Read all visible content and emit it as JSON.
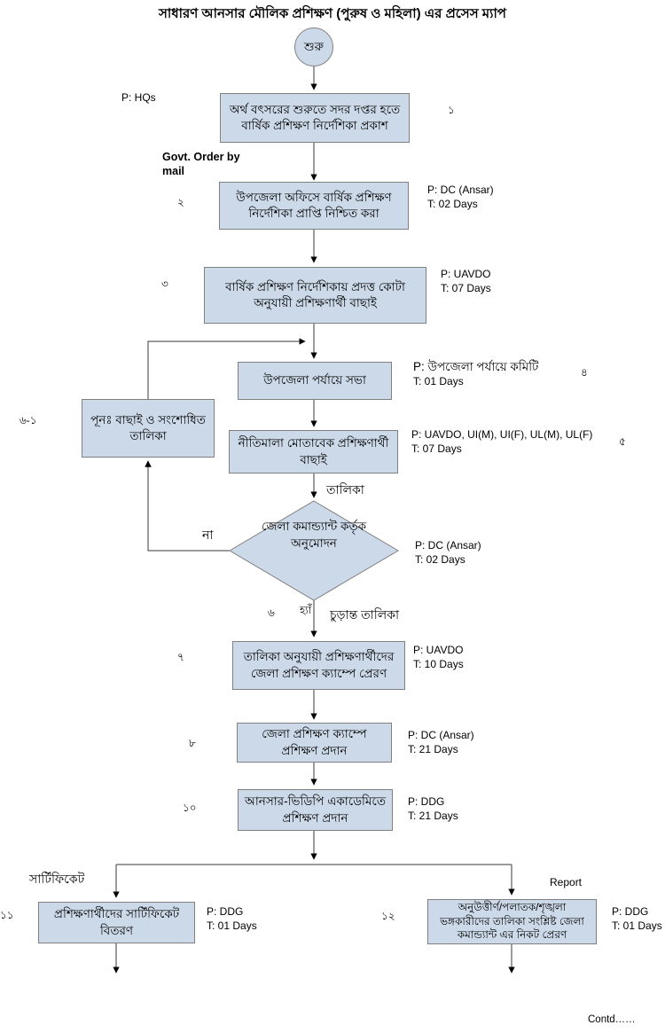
{
  "title": "সাধারণ আনসার মৌলিক প্রশিক্ষণ (পুরুষ ও মহিলা) এর প্রসেস ম্যাপ",
  "colors": {
    "node_fill": "#ccd9e8",
    "node_border": "#808080",
    "line": "#3a3a3a"
  },
  "start": {
    "label": "শুরু"
  },
  "nodes": [
    {
      "num": "১",
      "label": "অর্থ বৎসরের শুরুতে সদর দপ্তর হতে বার্ষিক প্রশিক্ষণ নির্দেশিকা প্রকাশ",
      "p": "P: HQs",
      "t": ""
    },
    {
      "num": "২",
      "label": "উপজেলা অফিসে বার্ষিক প্রশিক্ষণ নির্দেশিকা প্রাপ্তি নিশ্চিত করা",
      "p": "P: DC (Ansar)",
      "t": "T: 02 Days"
    },
    {
      "num": "৩",
      "label": "বার্ষিক প্রশিক্ষণ নির্দেশিকায় প্রদত্ত কোটা অনুযায়ী প্রশিক্ষণার্থী বাছাই",
      "p": "P: UAVDO",
      "t": "T: 07 Days"
    },
    {
      "num": "৪",
      "label": "উপজেলা পর্যায়ে সভা",
      "p": "P: উপজেলা পর্যায়ে কমিটি",
      "t": "T: 01 Days"
    },
    {
      "num": "৫",
      "label": "নীতিমালা মোতাবেক প্রশিক্ষণার্থী বাছাই",
      "p": "P: UAVDO, UI(M), UI(F), UL(M), UL(F)",
      "t": "T: 07 Days"
    },
    {
      "num": "৬-১",
      "label": "পূনঃ  বাছাই ও সংশোধিত তালিকা"
    },
    {
      "num": "৬",
      "label": "জেলা কমান্ড্যান্ট কর্তৃক অনুমোদন",
      "p": "P: DC (Ansar)",
      "t": "T: 02 Days"
    },
    {
      "num": "৭",
      "label": "তালিকা অনুযায়ী প্রশিক্ষণার্থীদের জেলা প্রশিক্ষণ ক্যাম্পে প্রেরণ",
      "p": "P: UAVDO",
      "t": "T: 10 Days"
    },
    {
      "num": "৮",
      "label": "জেলা প্রশিক্ষণ ক্যাম্পে প্রশিক্ষণ প্রদান",
      "p": "P: DC (Ansar)",
      "t": "T: 21 Days"
    },
    {
      "num": "১০",
      "label": "আনসার-ভিডিপি একাডেমিতে প্রশিক্ষণ প্রদান",
      "p": "P: DDG",
      "t": "T: 21 Days"
    },
    {
      "num": "১১",
      "label": "প্রশিক্ষণার্থীদের  সার্টিফিকেট বিতরণ",
      "p": "P: DDG",
      "t": "T: 01 Days"
    },
    {
      "num": "১২",
      "label": "অনুউত্তীর্ণ/পলাতক/শৃঙ্খলা ভঙ্গকারীদের তালিকা সংশ্লিষ্ট  জেলা কমান্ড্যান্ট এর নিকট প্রেরণ",
      "p": "P: DDG",
      "t": "T: 01 Days"
    }
  ],
  "labels": {
    "govt_order": "Govt. Order by mail",
    "talika": "তালিকা",
    "na": "না",
    "hya": "হ্যাঁ",
    "churanto": "চুড়ান্ত তালিকা",
    "certificate": "সার্টিফিকেট",
    "report": "Report",
    "contd": "Contd……"
  }
}
